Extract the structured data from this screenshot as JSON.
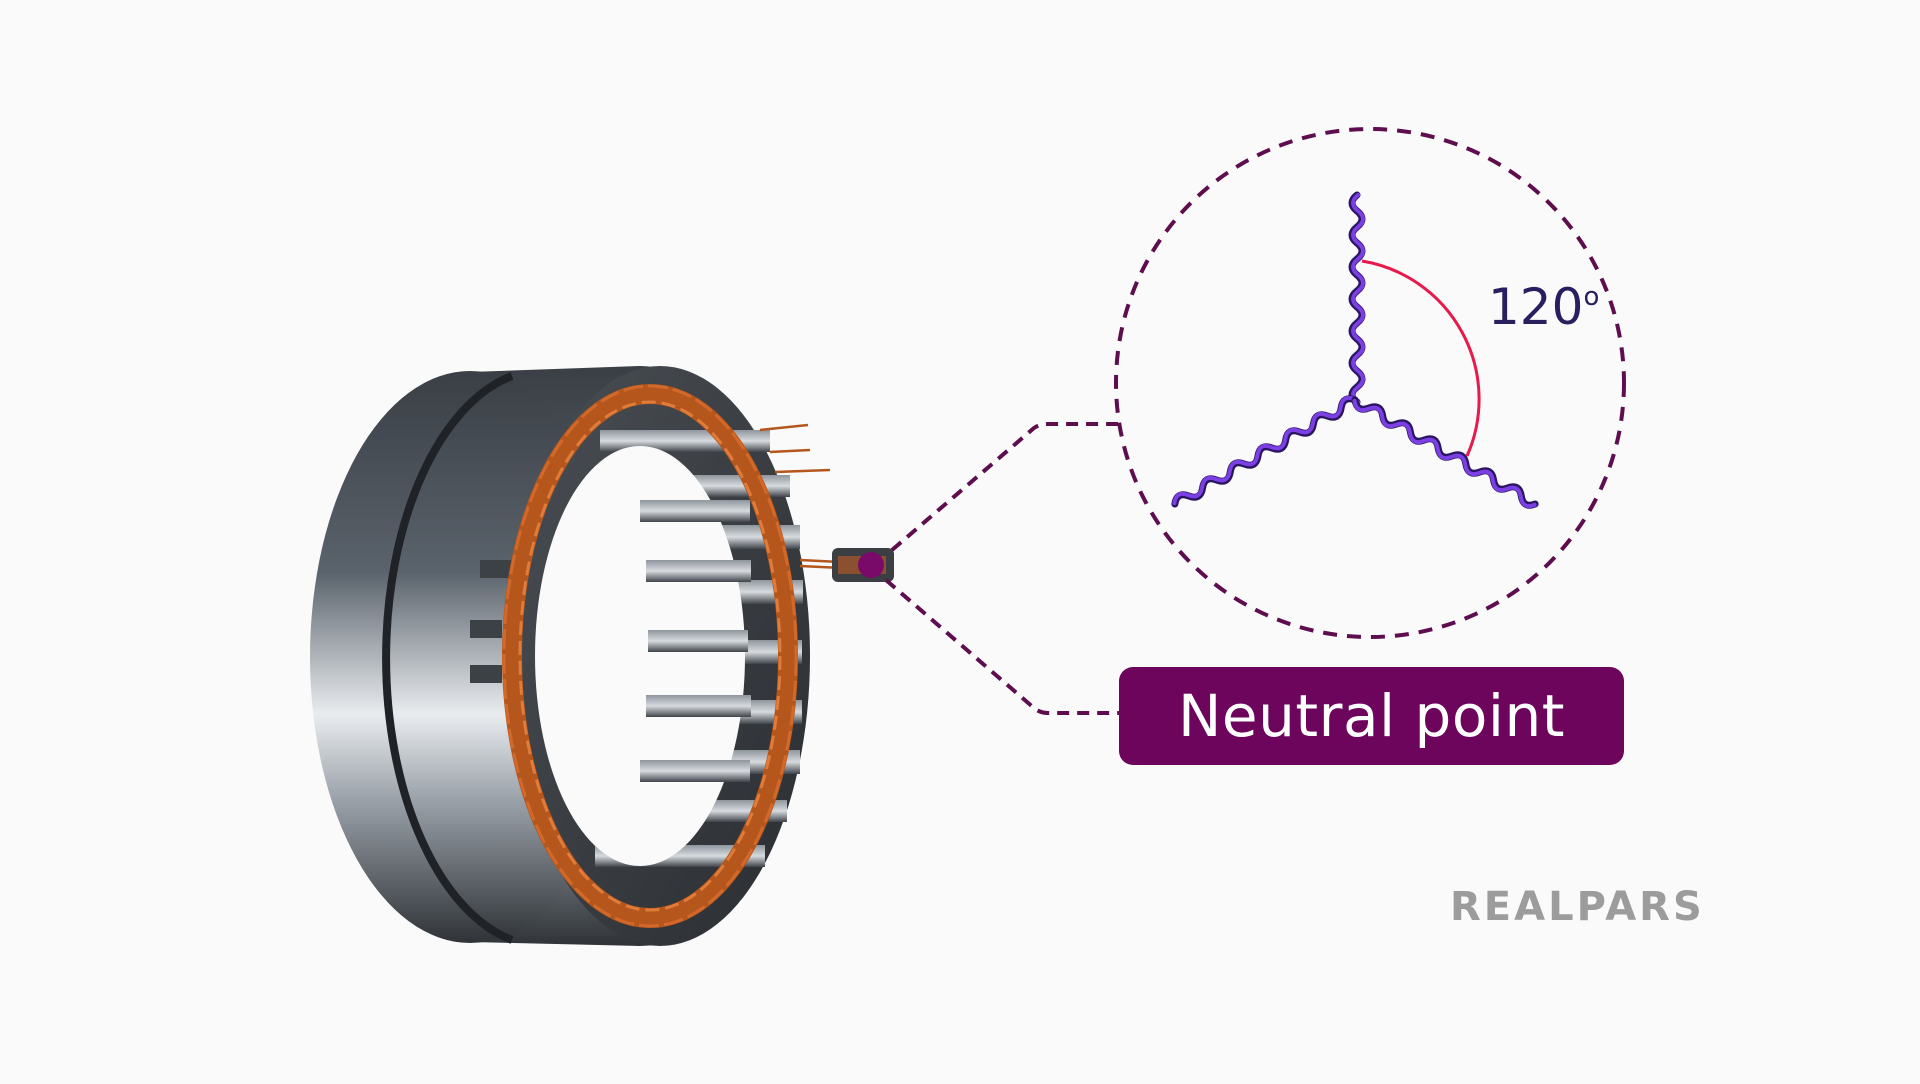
{
  "diagram": {
    "subject": "Brushless motor stator with star (Y) connected windings",
    "callout": {
      "label": "Neutral point",
      "label_bg_color": "#6e055c",
      "dash_color": "#5e0d4e"
    },
    "star_connection": {
      "angle_value": "120",
      "angle_unit": "o",
      "winding_color": "#6a2bd0",
      "arc_color": "#e8194b"
    },
    "components": [
      "stator-ring",
      "copper-windings",
      "stator-teeth",
      "lead-wires",
      "neutral-connector"
    ]
  },
  "branding": {
    "logo_text": "REALPARS",
    "logo_color": "#9c9c9c"
  }
}
